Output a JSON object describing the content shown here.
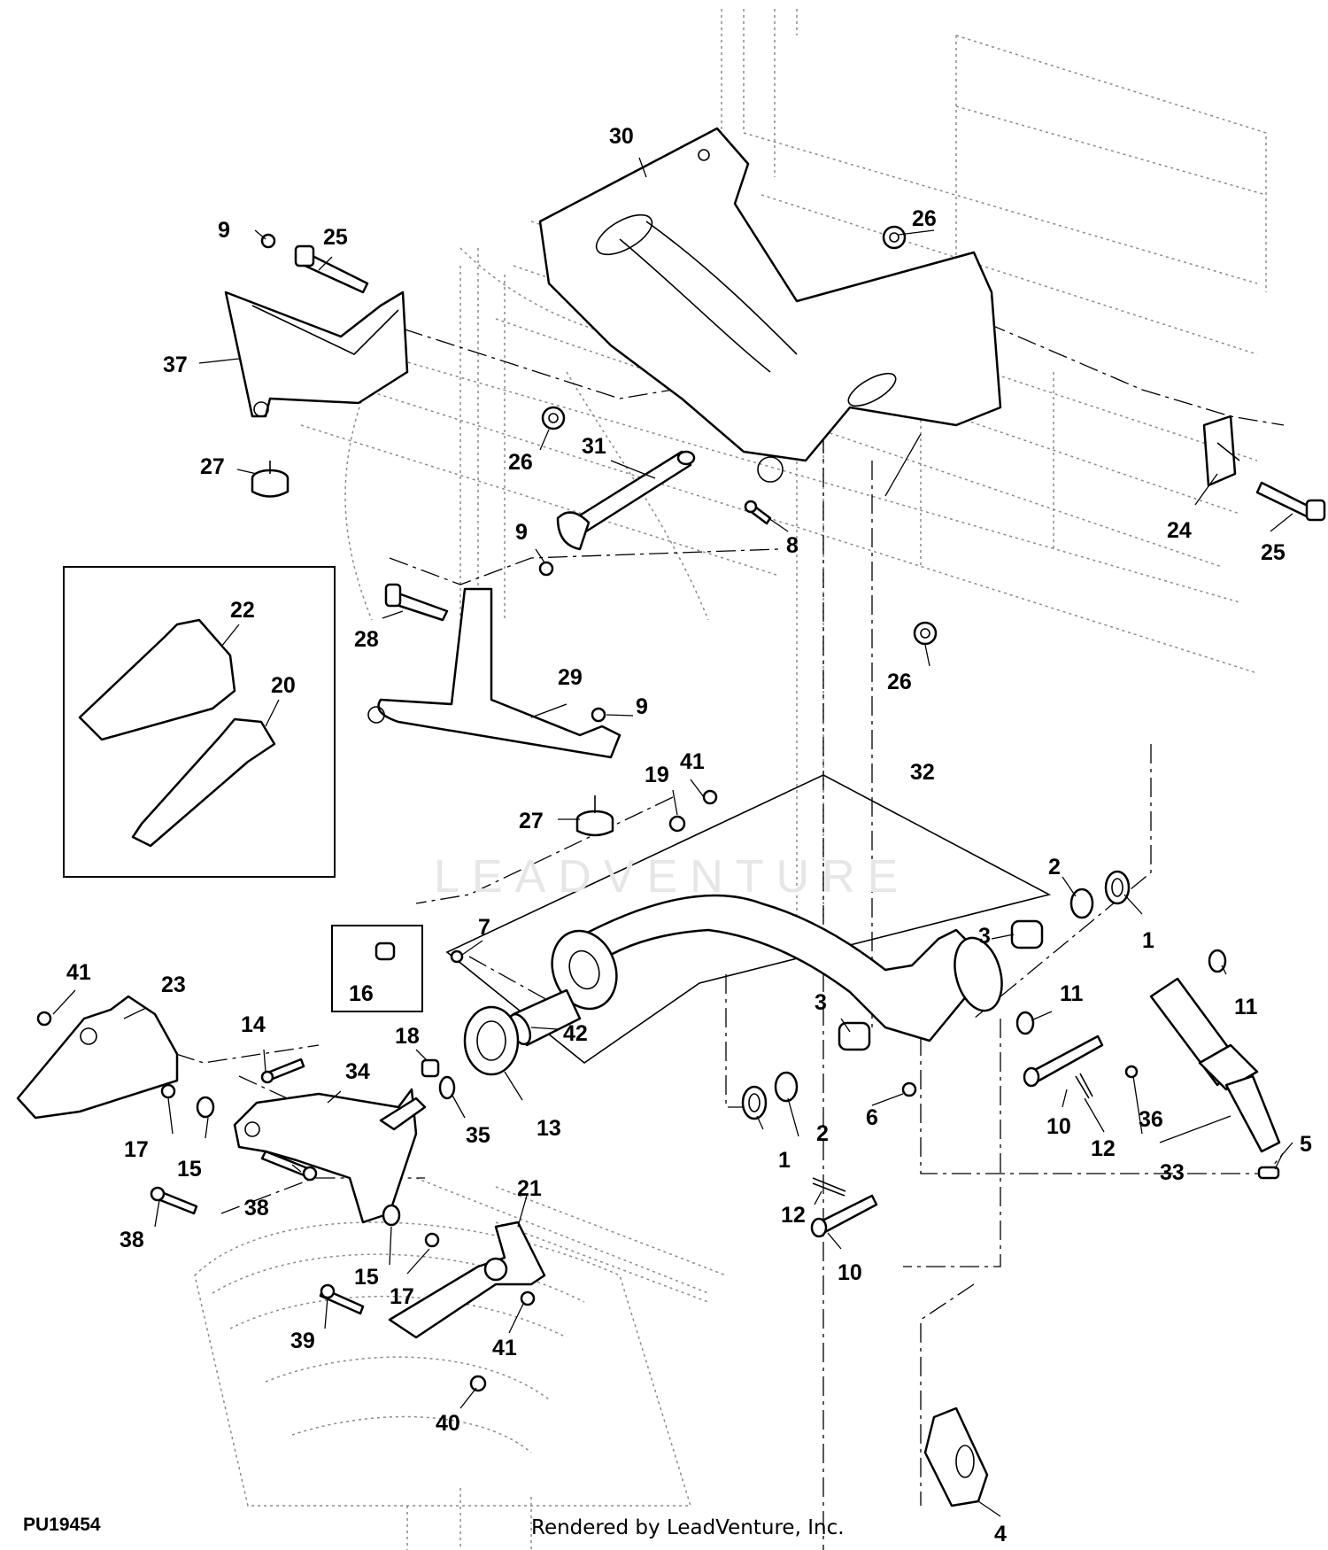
{
  "diagram": {
    "id_label": "PU19454",
    "credit": "Rendered by LeadVenture, Inc.",
    "watermark": "LEADVENTURE"
  },
  "callouts": [
    {
      "name": "callout-30",
      "text": "30"
    },
    {
      "name": "callout-9-top",
      "text": "9"
    },
    {
      "name": "callout-25-top",
      "text": "25"
    },
    {
      "name": "callout-26-right",
      "text": "26"
    },
    {
      "name": "callout-37",
      "text": "37"
    },
    {
      "name": "callout-26-mid",
      "text": "26"
    },
    {
      "name": "callout-27-top",
      "text": "27"
    },
    {
      "name": "callout-31",
      "text": "31"
    },
    {
      "name": "callout-9-mid",
      "text": "9"
    },
    {
      "name": "callout-8",
      "text": "8"
    },
    {
      "name": "callout-24",
      "text": "24"
    },
    {
      "name": "callout-25-right",
      "text": "25"
    },
    {
      "name": "callout-22",
      "text": "22"
    },
    {
      "name": "callout-28",
      "text": "28"
    },
    {
      "name": "callout-20",
      "text": "20"
    },
    {
      "name": "callout-29",
      "text": "29"
    },
    {
      "name": "callout-26-low",
      "text": "26"
    },
    {
      "name": "callout-9-low",
      "text": "9"
    },
    {
      "name": "callout-41-top",
      "text": "41"
    },
    {
      "name": "callout-19",
      "text": "19"
    },
    {
      "name": "callout-27-low",
      "text": "27"
    },
    {
      "name": "callout-32",
      "text": "32"
    },
    {
      "name": "callout-2-right",
      "text": "2"
    },
    {
      "name": "callout-1-right",
      "text": "1"
    },
    {
      "name": "callout-3-right",
      "text": "3"
    },
    {
      "name": "callout-7",
      "text": "7"
    },
    {
      "name": "callout-16",
      "text": "16"
    },
    {
      "name": "callout-41-left",
      "text": "41"
    },
    {
      "name": "callout-23",
      "text": "23"
    },
    {
      "name": "callout-14",
      "text": "14"
    },
    {
      "name": "callout-18",
      "text": "18"
    },
    {
      "name": "callout-42",
      "text": "42"
    },
    {
      "name": "callout-3-left",
      "text": "3"
    },
    {
      "name": "callout-11-mid",
      "text": "11"
    },
    {
      "name": "callout-11-right",
      "text": "11"
    },
    {
      "name": "callout-34",
      "text": "34"
    },
    {
      "name": "callout-17-left",
      "text": "17"
    },
    {
      "name": "callout-15-left",
      "text": "15"
    },
    {
      "name": "callout-35",
      "text": "35"
    },
    {
      "name": "callout-13",
      "text": "13"
    },
    {
      "name": "callout-1-left",
      "text": "1"
    },
    {
      "name": "callout-2-left",
      "text": "2"
    },
    {
      "name": "callout-6",
      "text": "6"
    },
    {
      "name": "callout-10-right",
      "text": "10"
    },
    {
      "name": "callout-12-right",
      "text": "12"
    },
    {
      "name": "callout-36",
      "text": "36"
    },
    {
      "name": "callout-33",
      "text": "33"
    },
    {
      "name": "callout-5",
      "text": "5"
    },
    {
      "name": "callout-38-mid",
      "text": "38"
    },
    {
      "name": "callout-38-left",
      "text": "38"
    },
    {
      "name": "callout-21",
      "text": "21"
    },
    {
      "name": "callout-12-low",
      "text": "12"
    },
    {
      "name": "callout-10-low",
      "text": "10"
    },
    {
      "name": "callout-15-low",
      "text": "15"
    },
    {
      "name": "callout-17-low",
      "text": "17"
    },
    {
      "name": "callout-39",
      "text": "39"
    },
    {
      "name": "callout-41-low",
      "text": "41"
    },
    {
      "name": "callout-40",
      "text": "40"
    },
    {
      "name": "callout-4",
      "text": "4"
    }
  ]
}
